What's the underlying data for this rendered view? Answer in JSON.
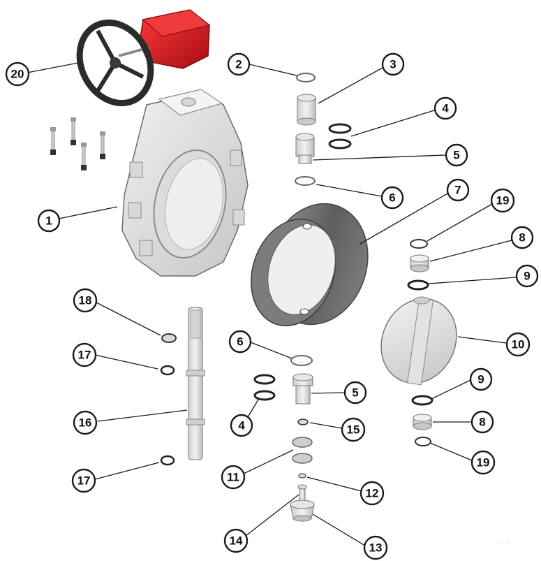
{
  "colors": {
    "actuator_red": "#d0121b",
    "handwheel": "#2b2b2b",
    "liner": "#6d6d6d",
    "metal_light": "#e4e4e4",
    "metal_mid": "#bdbdbd",
    "outline": "#555555"
  },
  "callouts": [
    "1",
    "2",
    "3",
    "4",
    "5",
    "6",
    "7",
    "19",
    "8",
    "9",
    "10",
    "18",
    "17",
    "16",
    "17",
    "6",
    "4",
    "5",
    "15",
    "11",
    "12",
    "14",
    "13",
    "9",
    "8",
    "19",
    "20"
  ],
  "footer_mark": "- · -"
}
